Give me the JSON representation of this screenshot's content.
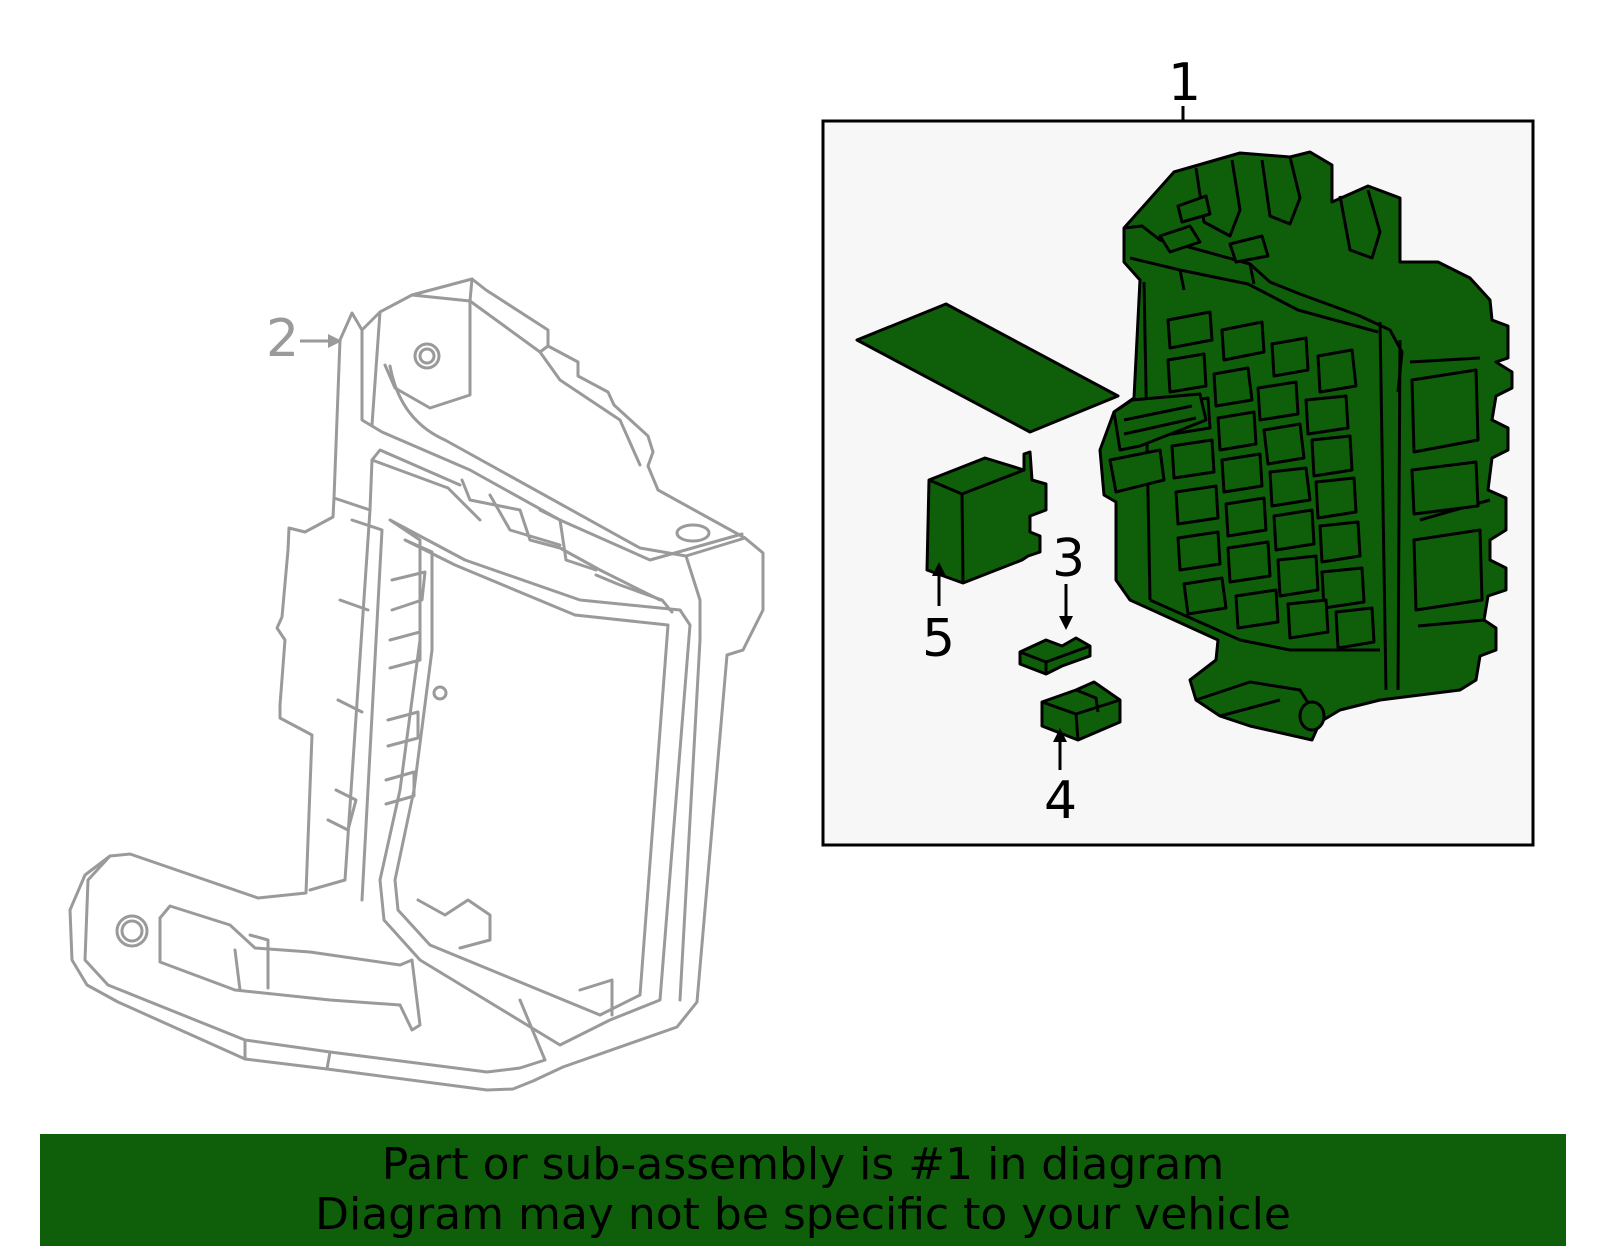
{
  "callouts": {
    "part_1": "1",
    "part_2": "2",
    "part_3": "3",
    "part_4": "4",
    "part_5": "5"
  },
  "banner": {
    "line1": "Part or sub-assembly is #1 in diagram",
    "line2": "Diagram may not be specific to your vehicle"
  },
  "colors": {
    "part_fill": "#0f5f0a",
    "banner_bg": "#0f5f0a",
    "inset_bg": "#f7f7f7",
    "outline": "#000000",
    "bracket_line": "#9a9a9a",
    "banner_text": "#000000"
  }
}
